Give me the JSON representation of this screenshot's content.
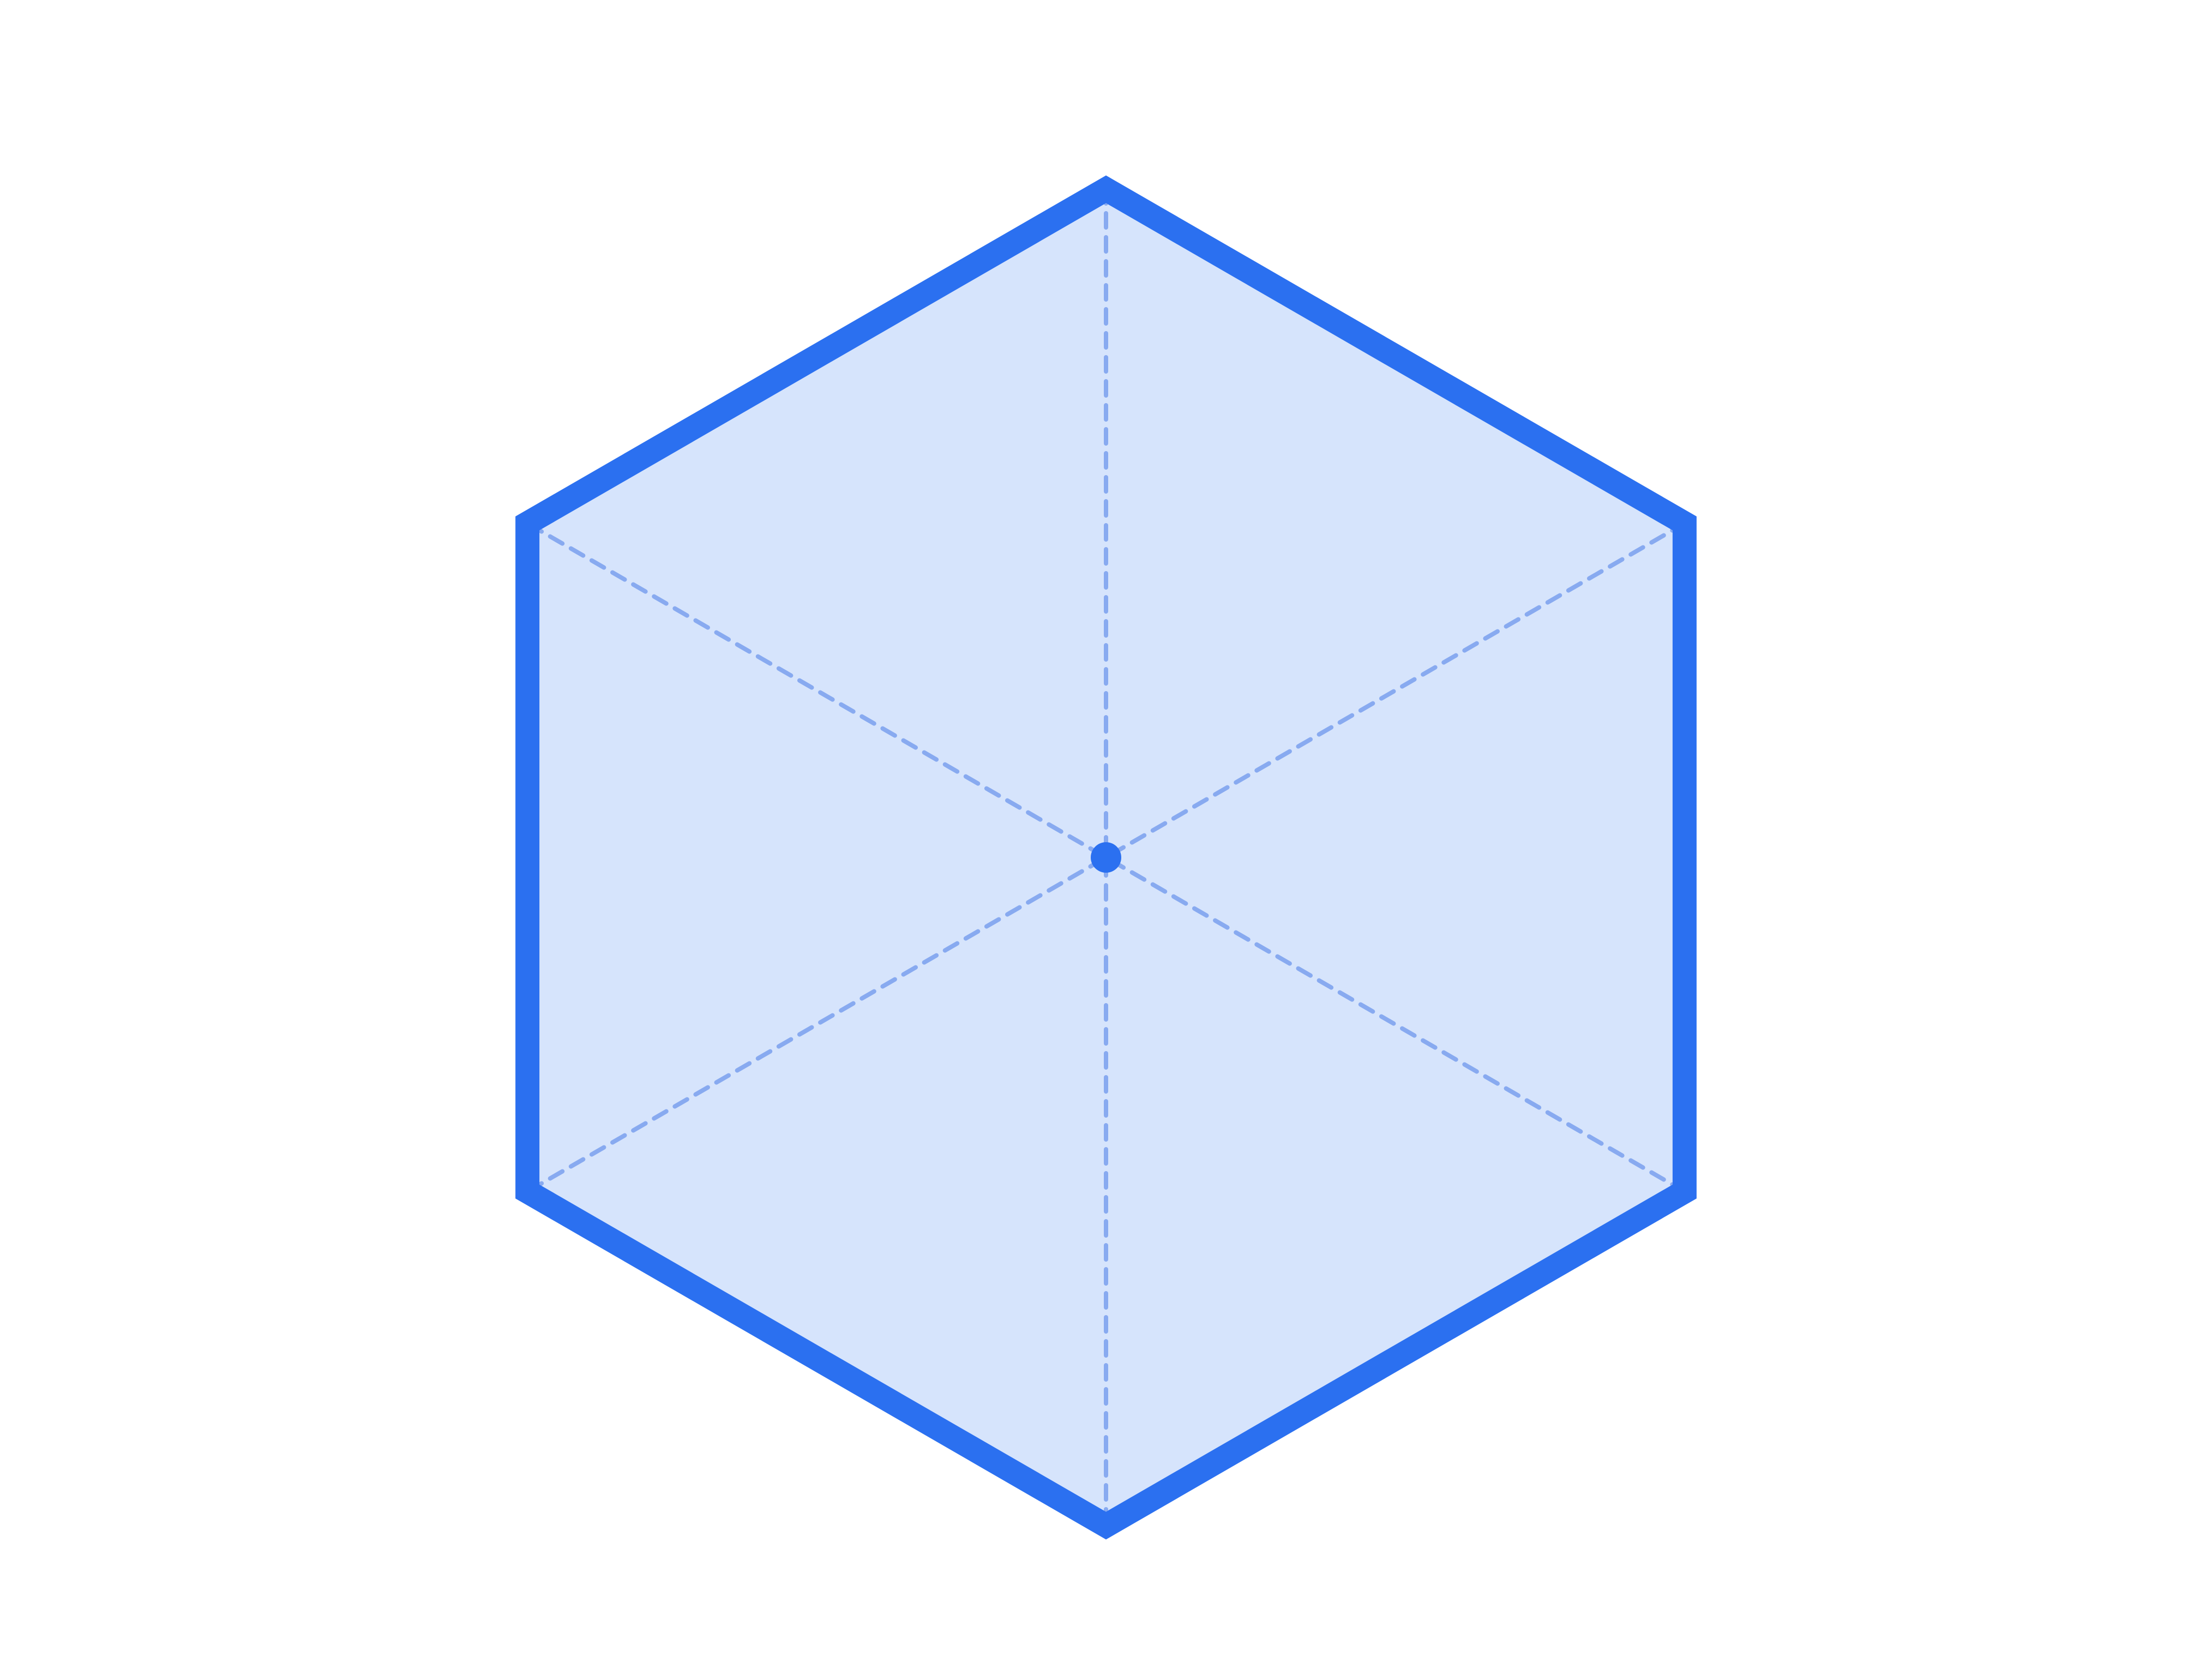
{
  "diagram": {
    "shape": "regular-hexagon",
    "orientation": "pointy-top",
    "diagonals": 3,
    "center_marker": true,
    "colors": {
      "background": "#ffffff",
      "outline": "#2b70f0",
      "fill": "#d6e4fc",
      "diagonal": "#88aaf0",
      "center": "#2b70f0"
    }
  }
}
